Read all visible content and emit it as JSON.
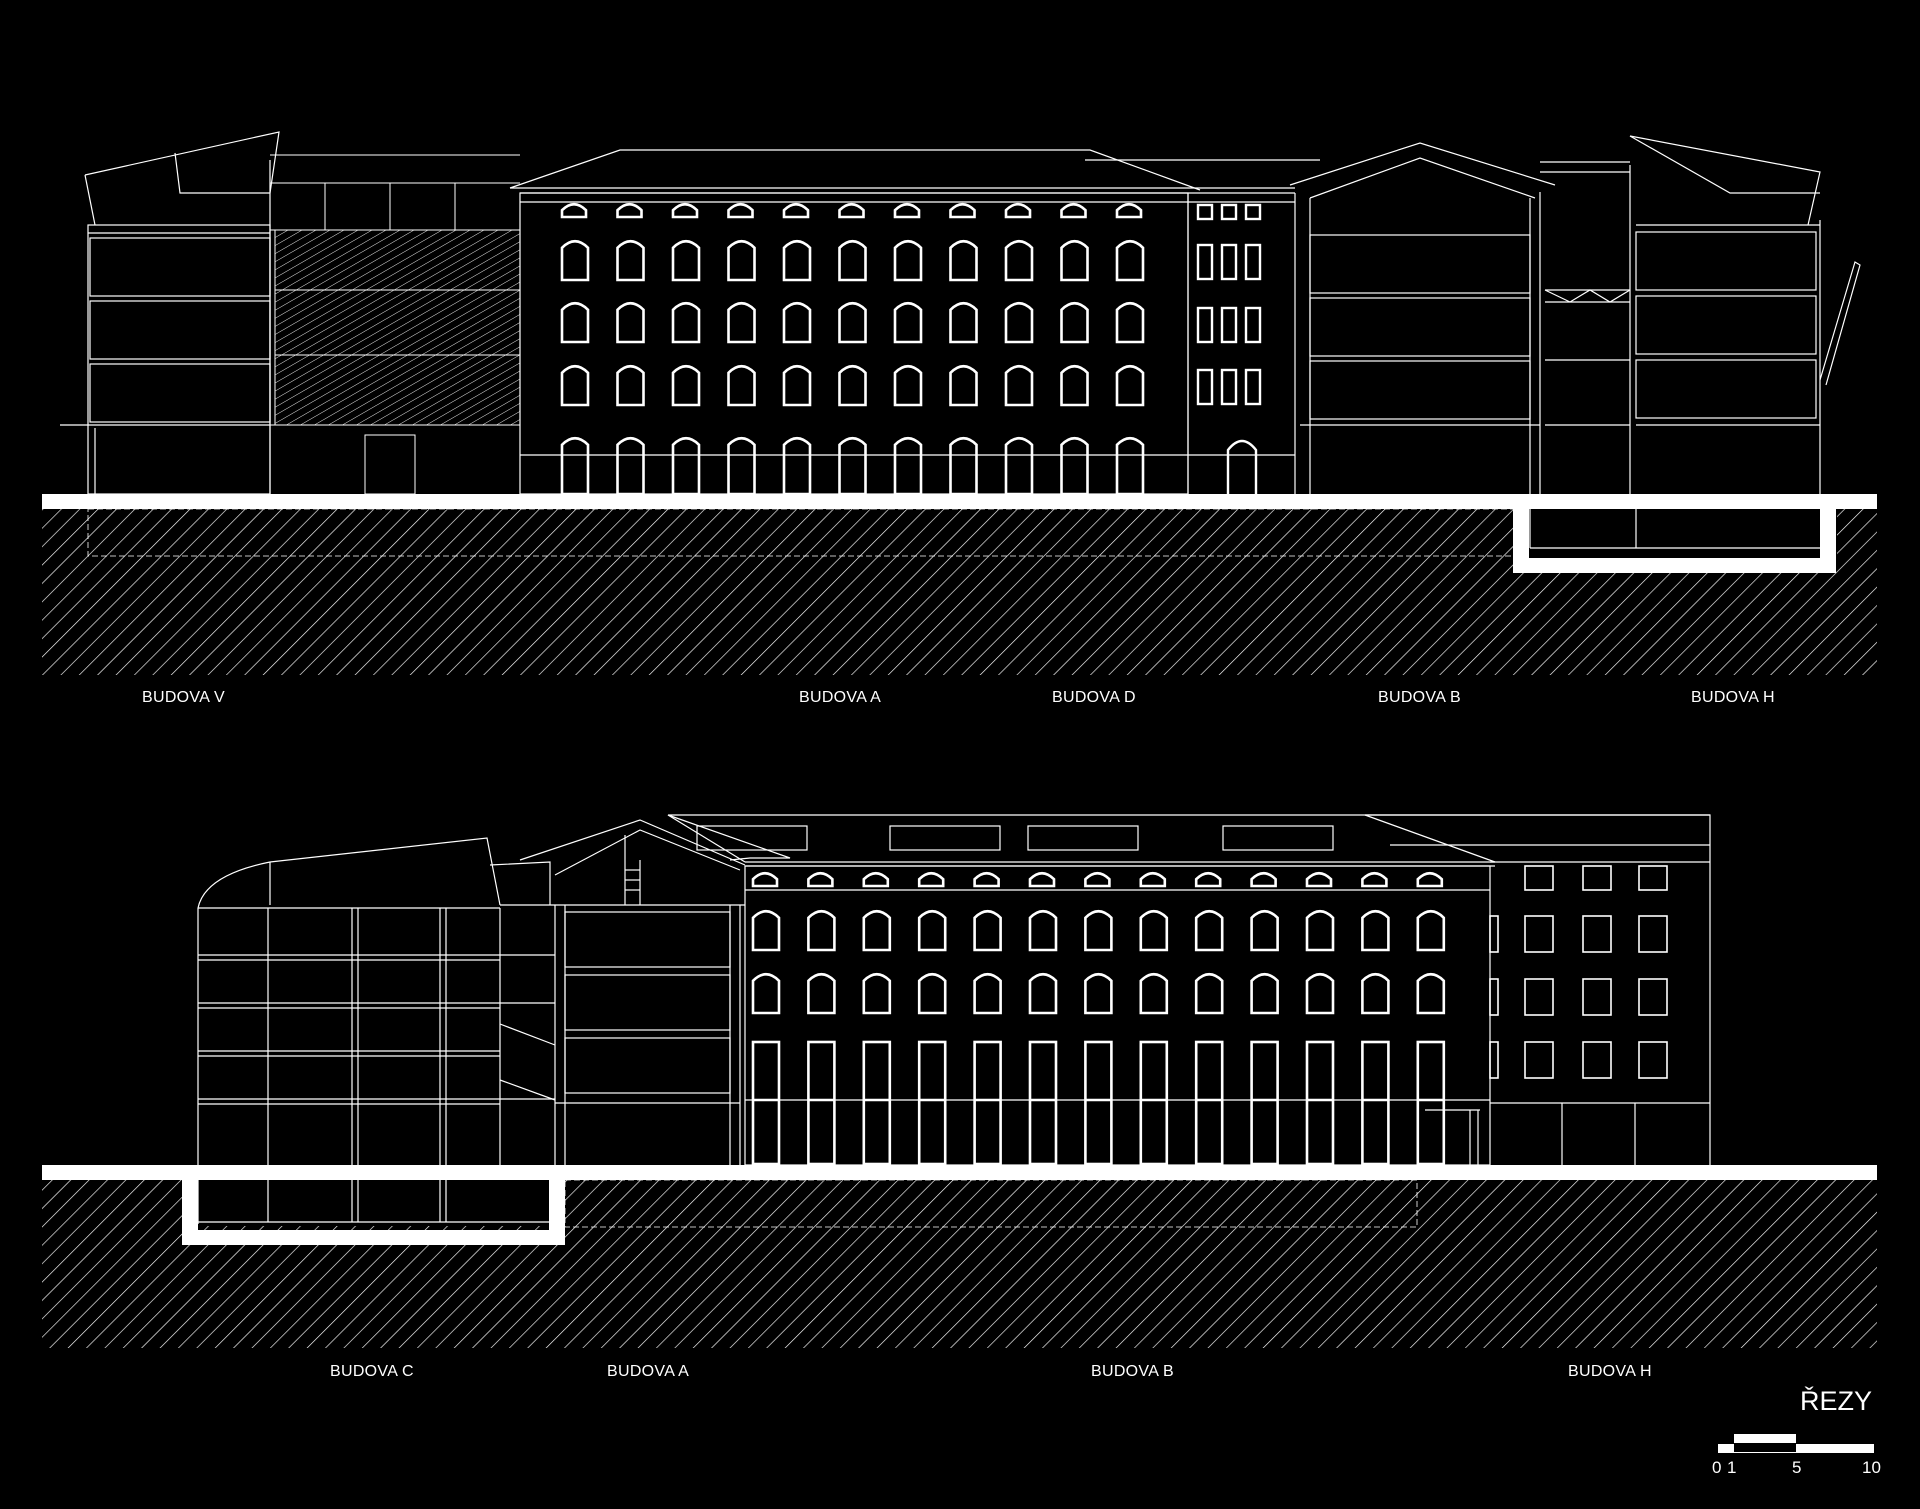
{
  "sheet": {
    "title": "ŘEZY",
    "background": "#000000",
    "line_color": "#ffffff"
  },
  "sections": [
    {
      "name": "section-1",
      "labels": [
        "BUDOVA V",
        "BUDOVA A",
        "BUDOVA D",
        "BUDOVA B",
        "BUDOVA H"
      ]
    },
    {
      "name": "section-2",
      "labels": [
        "BUDOVA C",
        "BUDOVA A",
        "BUDOVA B",
        "BUDOVA H"
      ]
    }
  ],
  "scale_bar": {
    "ticks": [
      "0",
      "1",
      "5",
      "10"
    ]
  }
}
